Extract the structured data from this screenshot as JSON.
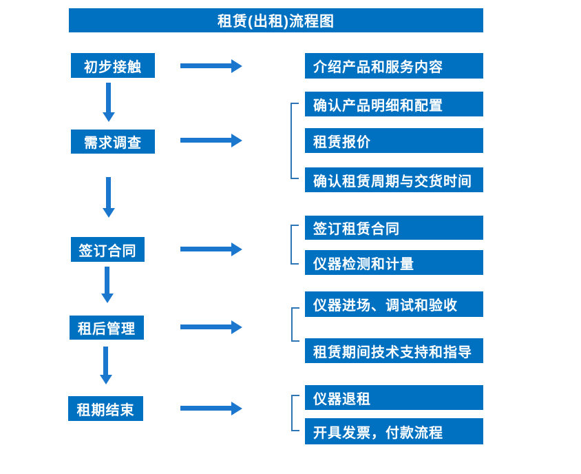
{
  "title": "租赁(出租)流程图",
  "colors": {
    "box_blue": "#0070C0",
    "arrow_blue": "#1B77CE",
    "bracket_blue": "#2E75B6",
    "text_white": "#FFFFFF",
    "background": "#FFFFFF"
  },
  "flow": {
    "steps": [
      {
        "label": "初步接触",
        "details": [
          "介绍产品和服务内容"
        ]
      },
      {
        "label": "需求调查",
        "details": [
          "确认产品明细和配置",
          "租赁报价",
          "确认租赁周期与交货时间"
        ]
      },
      {
        "label": "签订合同",
        "details": [
          "签订租赁合同",
          "仪器检测和计量"
        ]
      },
      {
        "label": "租后管理",
        "details": [
          "仪器进场、调试和验收",
          "租赁期间技术支持和指导"
        ]
      },
      {
        "label": "租期结束",
        "details": [
          "仪器退租",
          "开具发票，付款流程"
        ]
      }
    ]
  }
}
